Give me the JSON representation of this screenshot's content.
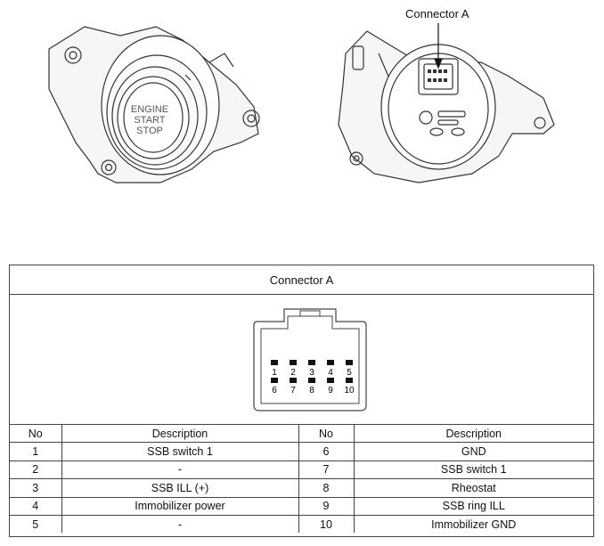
{
  "diagram": {
    "callout_label": "Connector A",
    "button_text_lines": [
      "ENGINE",
      "START",
      "STOP"
    ]
  },
  "connector_table": {
    "title": "Connector A",
    "pin_numbers_top": [
      "1",
      "2",
      "3",
      "4",
      "5"
    ],
    "pin_numbers_bottom": [
      "6",
      "7",
      "8",
      "9",
      "10"
    ],
    "headers": {
      "no": "No",
      "description": "Description"
    },
    "rows": [
      {
        "no_left": "1",
        "desc_left": "SSB switch 1",
        "no_right": "6",
        "desc_right": "GND"
      },
      {
        "no_left": "2",
        "desc_left": "-",
        "no_right": "7",
        "desc_right": "SSB switch 1"
      },
      {
        "no_left": "3",
        "desc_left": "SSB ILL (+)",
        "no_right": "8",
        "desc_right": "Rheostat"
      },
      {
        "no_left": "4",
        "desc_left": "Immobilizer power",
        "no_right": "9",
        "desc_right": "SSB ring ILL"
      },
      {
        "no_left": "5",
        "desc_left": "-",
        "no_right": "10",
        "desc_right": "Immobilizer GND"
      }
    ]
  }
}
